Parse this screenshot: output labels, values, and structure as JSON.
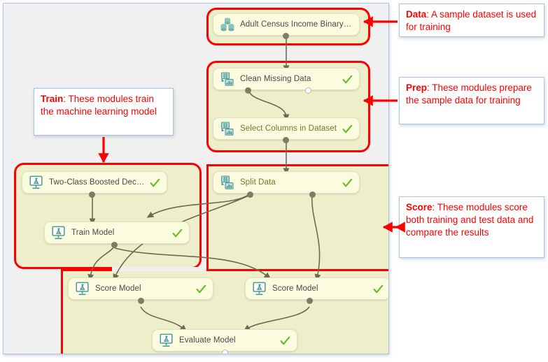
{
  "app": {
    "title": "Machine Learning Experiment Canvas",
    "canvas_background": "#f0f0f0",
    "module_fill": "#fbfbdf",
    "region_fill": "#eeeecb",
    "region_border": "#ff0000",
    "callout_text_color": "#ff0000",
    "callout_border": "#a8c6e0",
    "check_color": "#66bb22",
    "icon_color": "#5ba3a0",
    "wire_color": "#6b6b52"
  },
  "modules": [
    {
      "id": "dataset",
      "label": "Adult Census Income Binary C...",
      "icon": "dataset-icon",
      "check": true,
      "label_style": "normal"
    },
    {
      "id": "clean-missing",
      "label": "Clean Missing Data",
      "icon": "data-transform-icon",
      "check": true,
      "label_style": "normal"
    },
    {
      "id": "select-columns",
      "label": "Select Columns in Dataset",
      "icon": "data-transform-icon",
      "check": true,
      "label_style": "olive"
    },
    {
      "id": "two-class",
      "label": "Two-Class Boosted Decision T...",
      "icon": "model-icon",
      "check": true,
      "label_style": "normal"
    },
    {
      "id": "train-model",
      "label": "Train Model",
      "icon": "model-icon",
      "check": true,
      "label_style": "normal"
    },
    {
      "id": "split-data",
      "label": "Split Data",
      "icon": "data-transform-icon",
      "check": true,
      "label_style": "olive"
    },
    {
      "id": "score-left",
      "label": "Score Model",
      "icon": "model-icon",
      "check": true,
      "label_style": "normal"
    },
    {
      "id": "score-right",
      "label": "Score Model",
      "icon": "model-icon",
      "check": true,
      "label_style": "normal"
    },
    {
      "id": "evaluate",
      "label": "Evaluate Model",
      "icon": "model-icon",
      "check": true,
      "label_style": "normal"
    }
  ],
  "regions": [
    {
      "id": "data-region",
      "name": "Data"
    },
    {
      "id": "prep-region",
      "name": "Prep"
    },
    {
      "id": "train-region",
      "name": "Train"
    },
    {
      "id": "score-region",
      "name": "Score"
    }
  ],
  "callouts": {
    "data": {
      "title": "Data",
      "body": ": A sample dataset is used for training"
    },
    "prep": {
      "title": "Prep",
      "body": ": These modules prepare the sample data for training"
    },
    "train": {
      "title": "Train",
      "body": ": These modules train the machine learning model"
    },
    "score": {
      "title": "Score",
      "body": ": These modules score both training and test data and compare the results"
    }
  }
}
